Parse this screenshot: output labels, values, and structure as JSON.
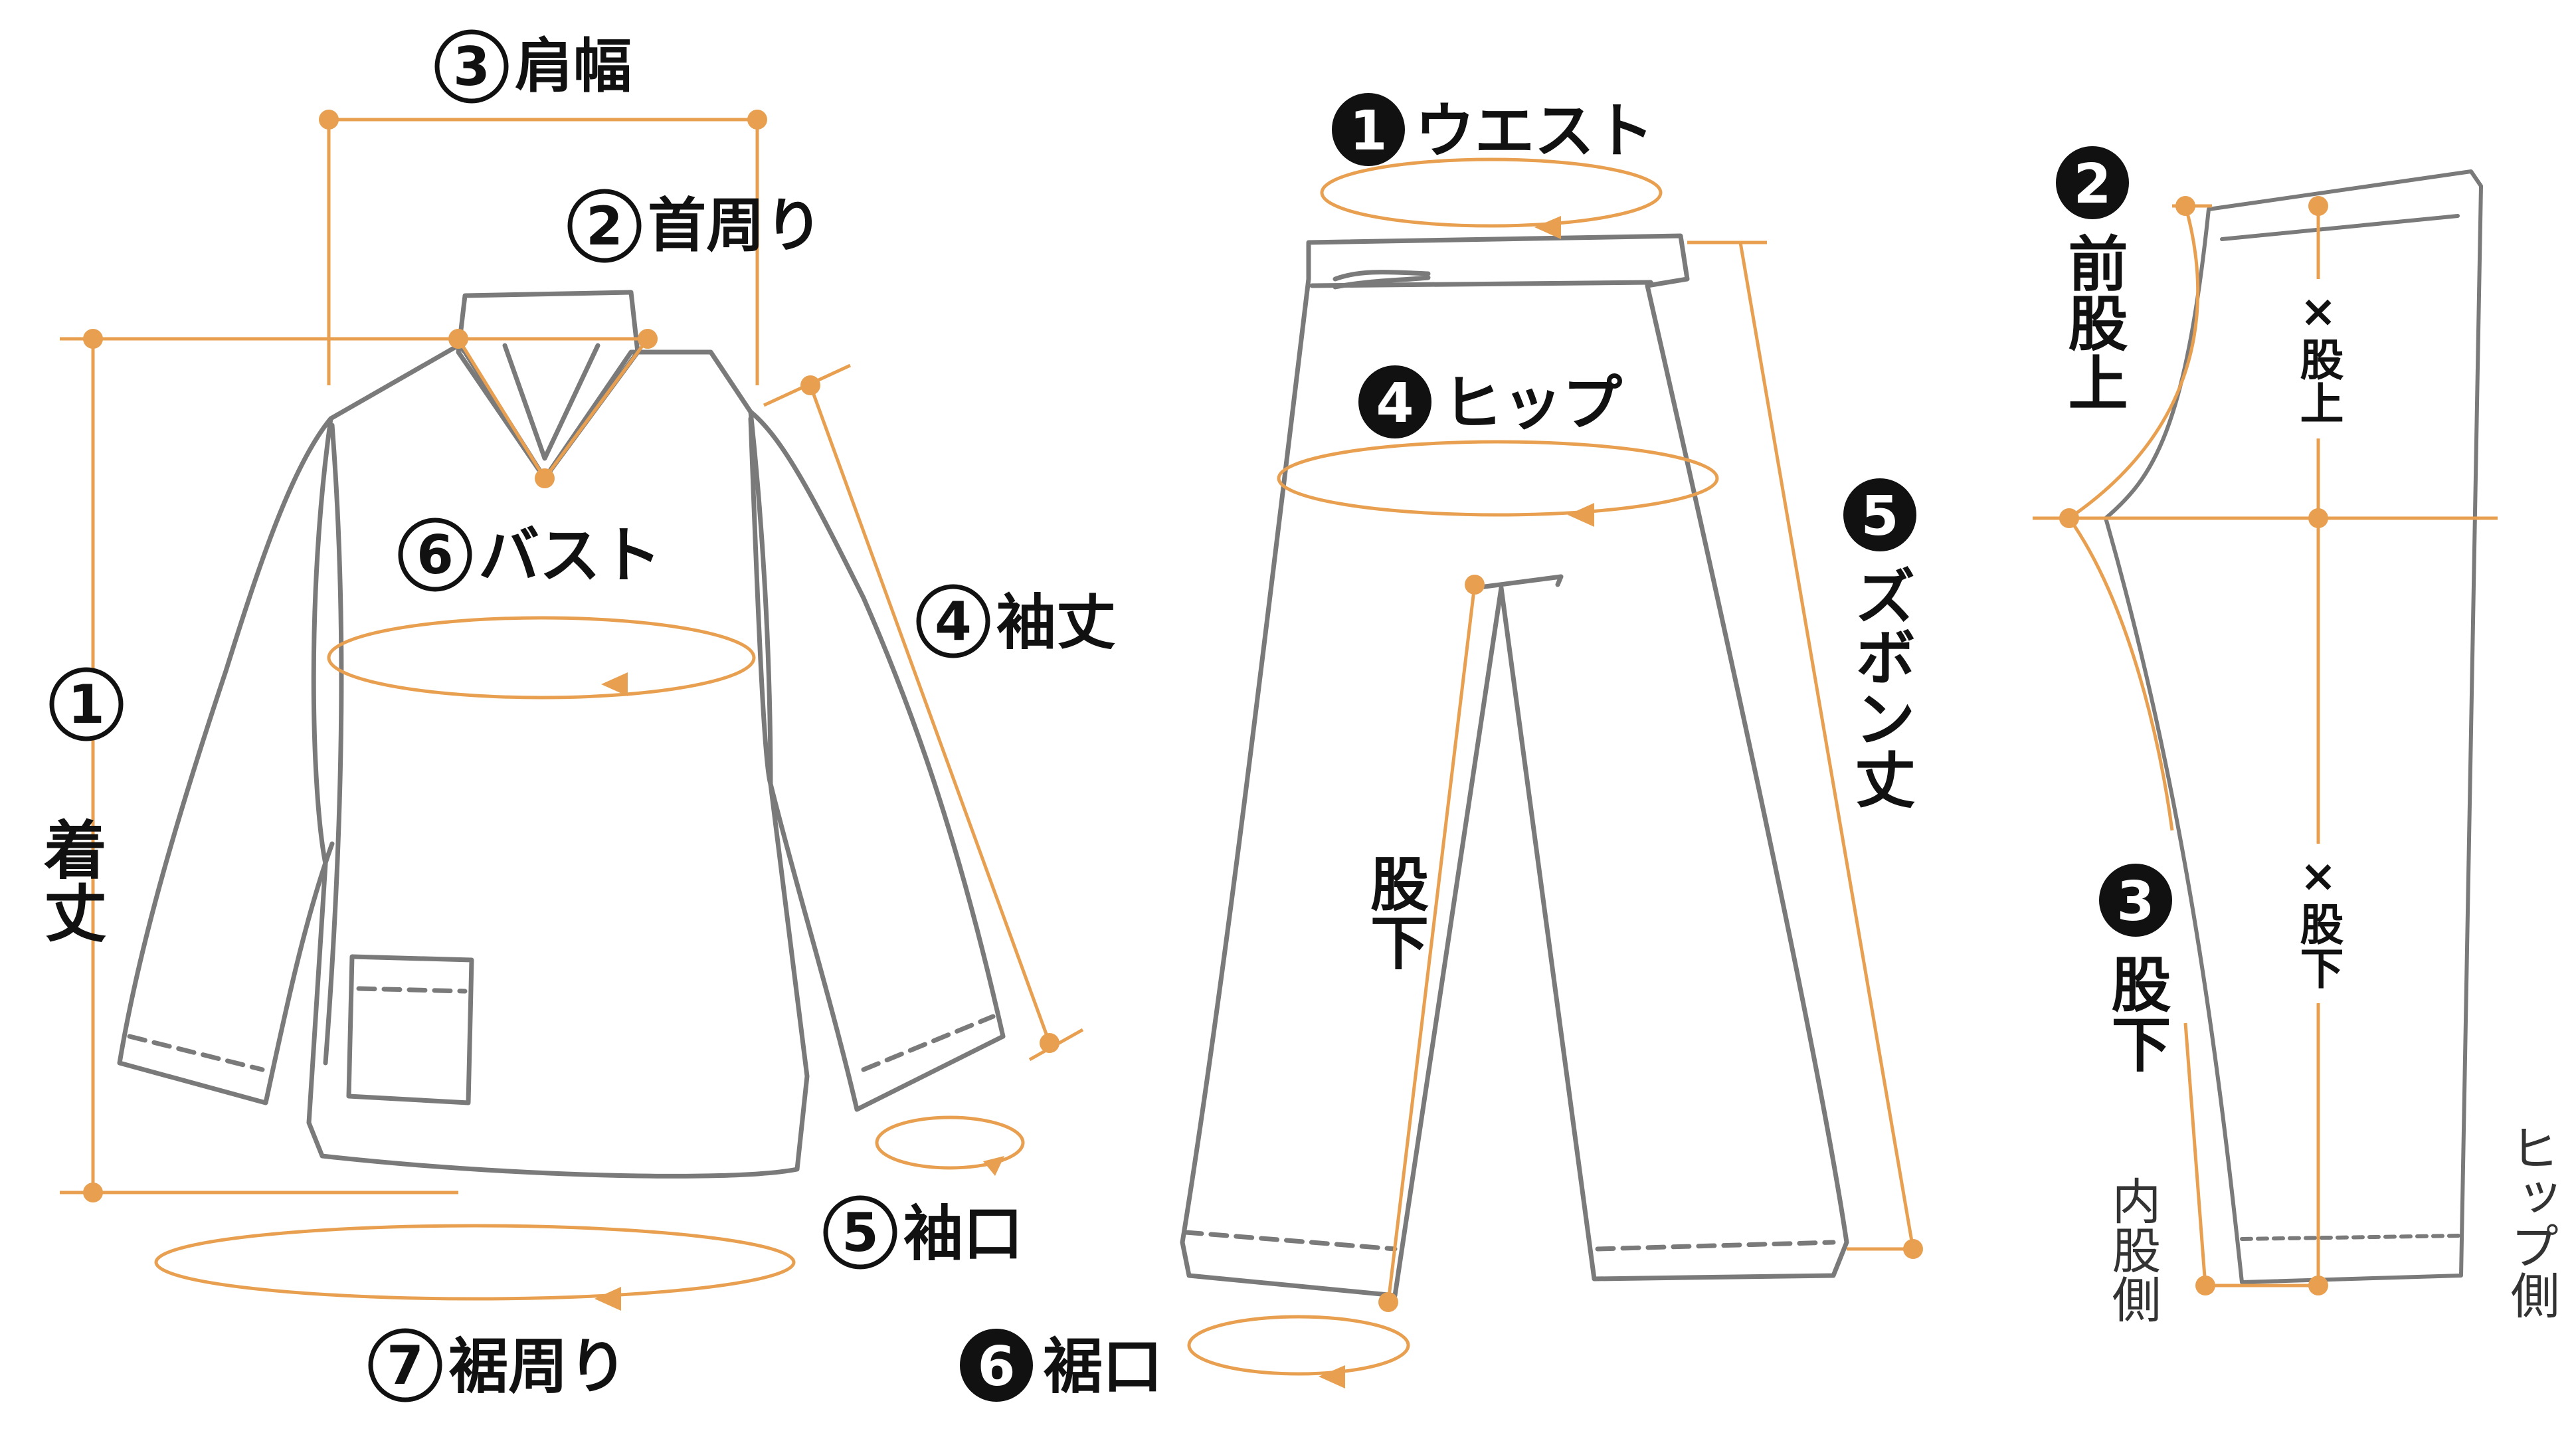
{
  "colors": {
    "accent": "#E8A050",
    "outline": "#7a7a7a",
    "text": "#111111",
    "background": "#ffffff"
  },
  "shirt": {
    "length": {
      "num": "1",
      "label": "着丈"
    },
    "neck": {
      "num": "2",
      "label": "首周り"
    },
    "shoulder": {
      "num": "3",
      "label": "肩幅"
    },
    "sleeve_length": {
      "num": "4",
      "label": "袖丈"
    },
    "cuff": {
      "num": "5",
      "label": "袖口"
    },
    "bust": {
      "num": "6",
      "label": "バスト"
    },
    "hem": {
      "num": "7",
      "label": "裾周り"
    }
  },
  "pants": {
    "waist": {
      "num": "1",
      "label": "ウエスト"
    },
    "hip": {
      "num": "4",
      "label": "ヒップ"
    },
    "length": {
      "num": "5",
      "label": "ズボン丈"
    },
    "hem": {
      "num": "6",
      "label": "裾口"
    },
    "inseam_label": "股下"
  },
  "side": {
    "front_rise": {
      "num": "2",
      "label": "前股上"
    },
    "inseam": {
      "num": "3",
      "label": "股下"
    },
    "x_rise": "×股上",
    "x_inseam": "×股下",
    "inner_side": "内股側",
    "hip_side": "ヒップ側"
  }
}
